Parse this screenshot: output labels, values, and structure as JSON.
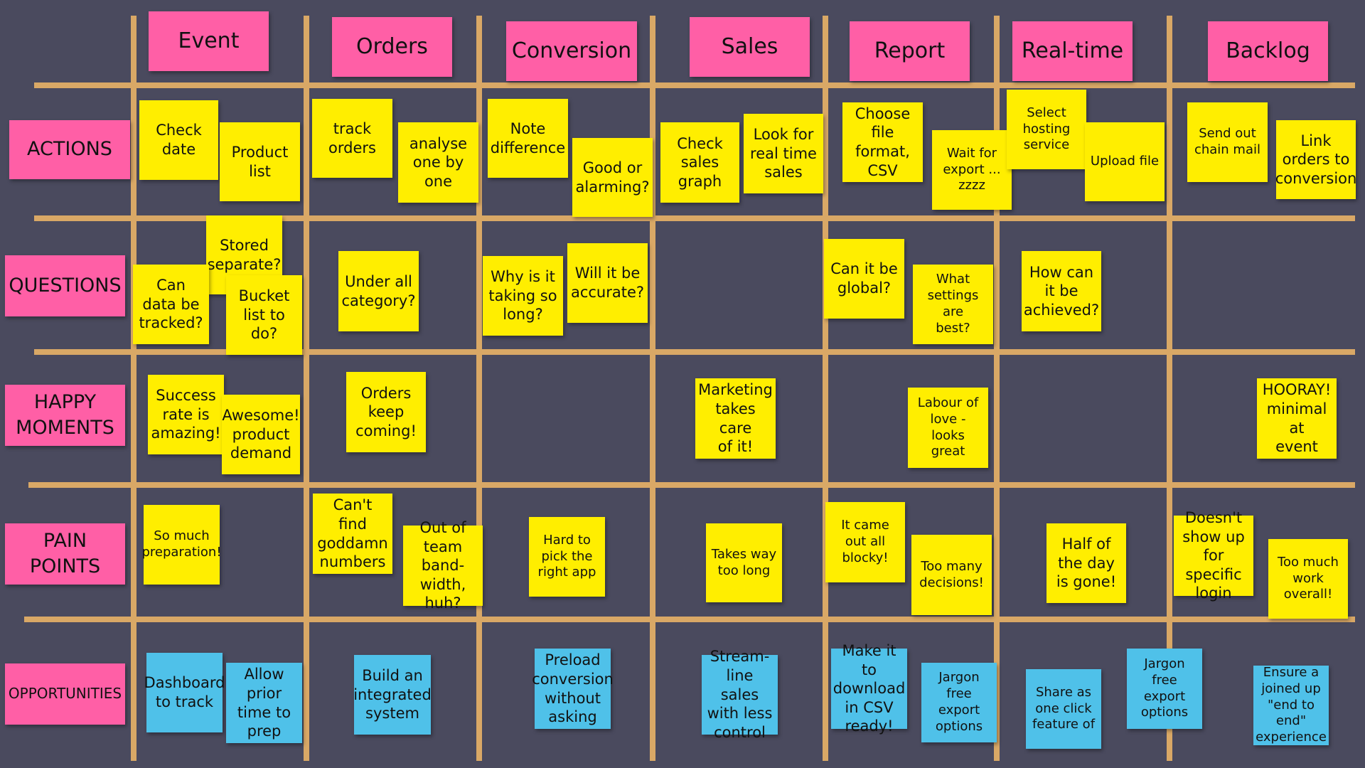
{
  "colors": {
    "background": "#4a4a5e",
    "grid": "#d9a866",
    "category": "#ff5fa6",
    "note": "#ffee00",
    "opportunity": "#4fc1e9"
  },
  "columns": [
    "Event",
    "Orders",
    "Conversion",
    "Sales",
    "Report",
    "Real-time",
    "Backlog"
  ],
  "rows": [
    "ACTIONS",
    "QUESTIONS",
    "HAPPY\nMOMENTS",
    "PAIN\nPOINTS",
    "OPPORTUNITIES"
  ],
  "notes": {
    "actions": [
      "Check\ndate",
      "Product\nlist",
      "track\norders",
      "analyse\none by\none",
      "Note\ndifference",
      "Good or\nalarming?",
      "Check\nsales\ngraph",
      "Look for\nreal time\nsales",
      "Choose\nfile format,\nCSV",
      "Wait for\nexport ...\nzzzz",
      "Select\nhosting\nservice",
      "Upload file",
      "Send out\nchain mail",
      "Link\norders to\nconversion"
    ],
    "questions": [
      "Stored\nseparate?",
      "Can\ndata be\ntracked?",
      "Bucket\nlist to\ndo?",
      "Under all\ncategory?",
      "Why is it\ntaking so\nlong?",
      "Will it be\naccurate?",
      "Can it be\nglobal?",
      "What\nsettings are\nbest?",
      "How can\nit be\nachieved?"
    ],
    "happy": [
      "Success\nrate is\namazing!",
      "Awesome!\nproduct\ndemand",
      "Orders\nkeep\ncoming!",
      "Marketing\ntakes care\nof it!",
      "Labour of\nlove - looks\ngreat",
      "HOORAY!\nminimal at\nevent"
    ],
    "pain": [
      "So much\npreparation!",
      "Can't find\ngoddamn\nnumbers",
      "Out of\nteam band-\nwidth, huh?",
      "Hard to\npick the\nright app",
      "Takes way\ntoo long",
      "It came\nout all\nblocky!",
      "Too many\ndecisions!",
      "Half of\nthe day\nis gone!",
      "Doesn't\nshow up\nfor specific\nlogin",
      "Too much\nwork\noverall!"
    ],
    "opportunities": [
      "Dashboard\nto track",
      "Allow prior\ntime to\nprep",
      "Build an\nintegrated\nsystem",
      "Preload\nconversion\nwithout\nasking",
      "Stream-\nline sales\nwith less\ncontrol",
      "Make it to\ndownload\nin CSV\nready!",
      "Jargon free\nexport\noptions",
      "Share as\none click\nfeature of",
      "Jargon free\nexport\noptions",
      "Ensure a\njoined up\n\"end to end\"\nexperience"
    ]
  }
}
